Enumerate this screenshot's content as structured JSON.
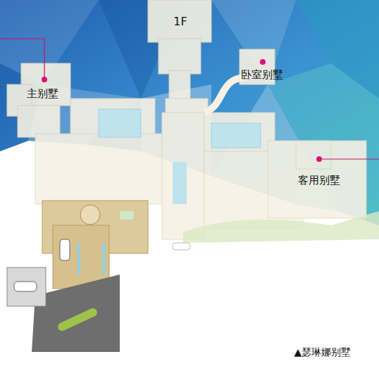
{
  "diagram": {
    "caption": "▲瑟琳娜别墅",
    "labels": [
      "1F",
      "主别墅",
      "卧室别墅",
      "客用别墅"
    ]
  }
}
